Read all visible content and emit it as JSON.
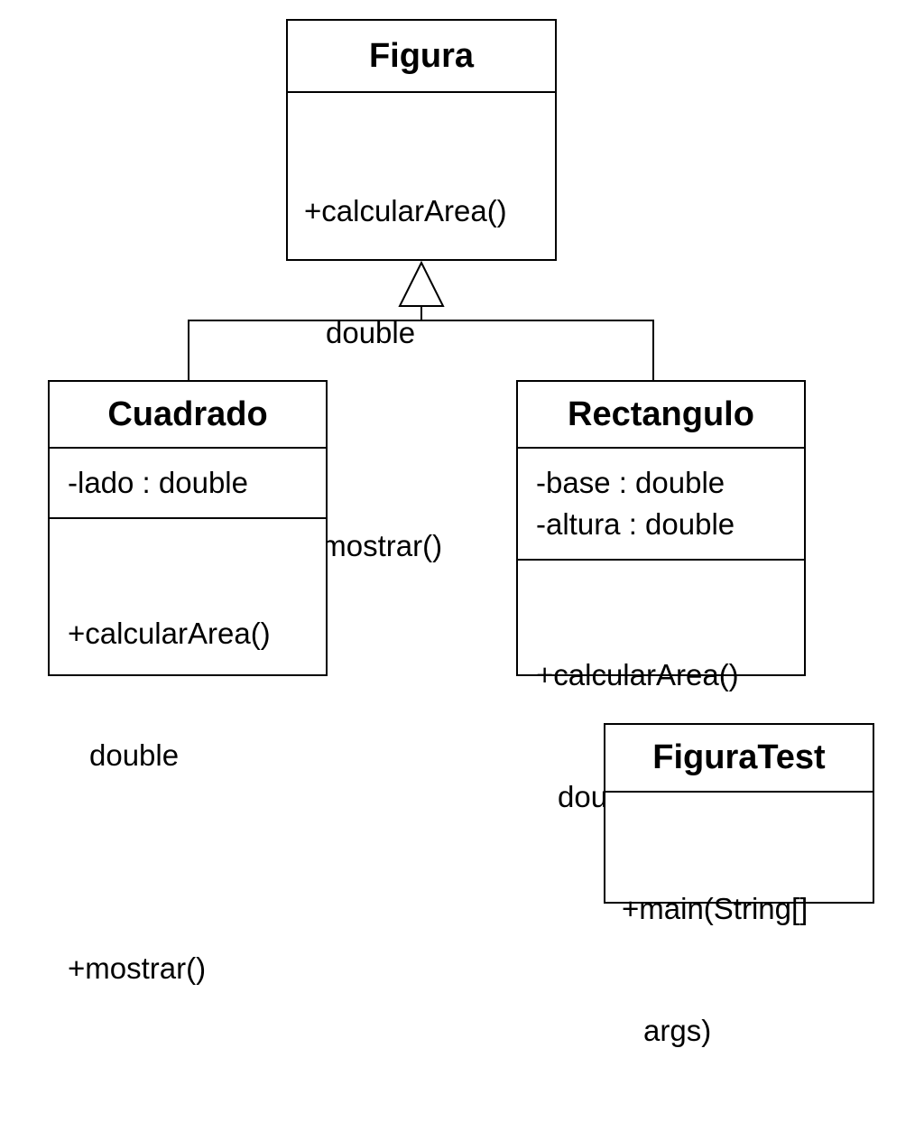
{
  "diagram": {
    "classes": {
      "figura": {
        "name": "Figura",
        "methods": [
          {
            "lines": [
              "+calcularArea()",
              "double"
            ]
          },
          {
            "lines": [
              "+mostrar()"
            ]
          }
        ]
      },
      "cuadrado": {
        "name": "Cuadrado",
        "attributes": [
          "-lado : double"
        ],
        "methods": [
          {
            "lines": [
              "+calcularArea()",
              "double"
            ]
          },
          {
            "lines": [
              "+mostrar()"
            ]
          }
        ]
      },
      "rectangulo": {
        "name": "Rectangulo",
        "attributes": [
          "-base : double",
          "-altura : double"
        ],
        "methods": [
          {
            "lines": [
              "+calcularArea()",
              "double"
            ]
          }
        ]
      },
      "figuratest": {
        "name": "FiguraTest",
        "methods": [
          {
            "lines": [
              "+main(String[]",
              "args)"
            ]
          }
        ]
      }
    },
    "relationships": [
      {
        "type": "inheritance",
        "from": "Cuadrado",
        "to": "Figura"
      },
      {
        "type": "inheritance",
        "from": "Rectangulo",
        "to": "Figura"
      }
    ]
  }
}
